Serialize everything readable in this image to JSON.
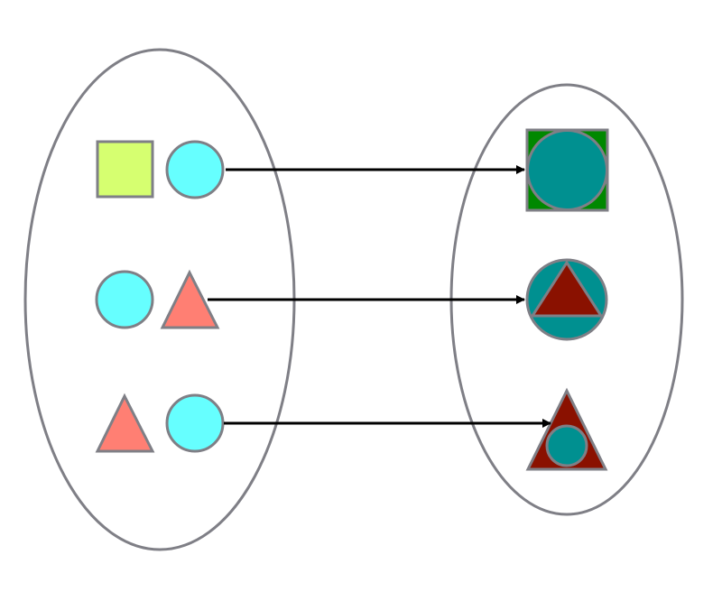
{
  "colors": {
    "background": "#ffffff",
    "outline": "#7f7f86",
    "arrow": "#000000",
    "light_green": "#d6ff70",
    "cyan": "#66ffff",
    "salmon": "#ff7f73",
    "dark_green": "#008800",
    "teal": "#009090",
    "dark_red": "#8a1100"
  },
  "diagram": {
    "type": "mapping",
    "left_set": {
      "pairs": [
        {
          "first": "square",
          "second": "circle"
        },
        {
          "first": "circle",
          "second": "triangle"
        },
        {
          "first": "triangle",
          "second": "circle"
        }
      ]
    },
    "right_set": {
      "results": [
        {
          "outer": "square",
          "inner": "circle"
        },
        {
          "outer": "circle",
          "inner": "triangle"
        },
        {
          "outer": "triangle",
          "inner": "circle"
        }
      ]
    },
    "arrows": [
      {
        "from": "pair-1",
        "to": "result-1"
      },
      {
        "from": "pair-2",
        "to": "result-2"
      },
      {
        "from": "pair-3",
        "to": "result-3"
      }
    ]
  }
}
